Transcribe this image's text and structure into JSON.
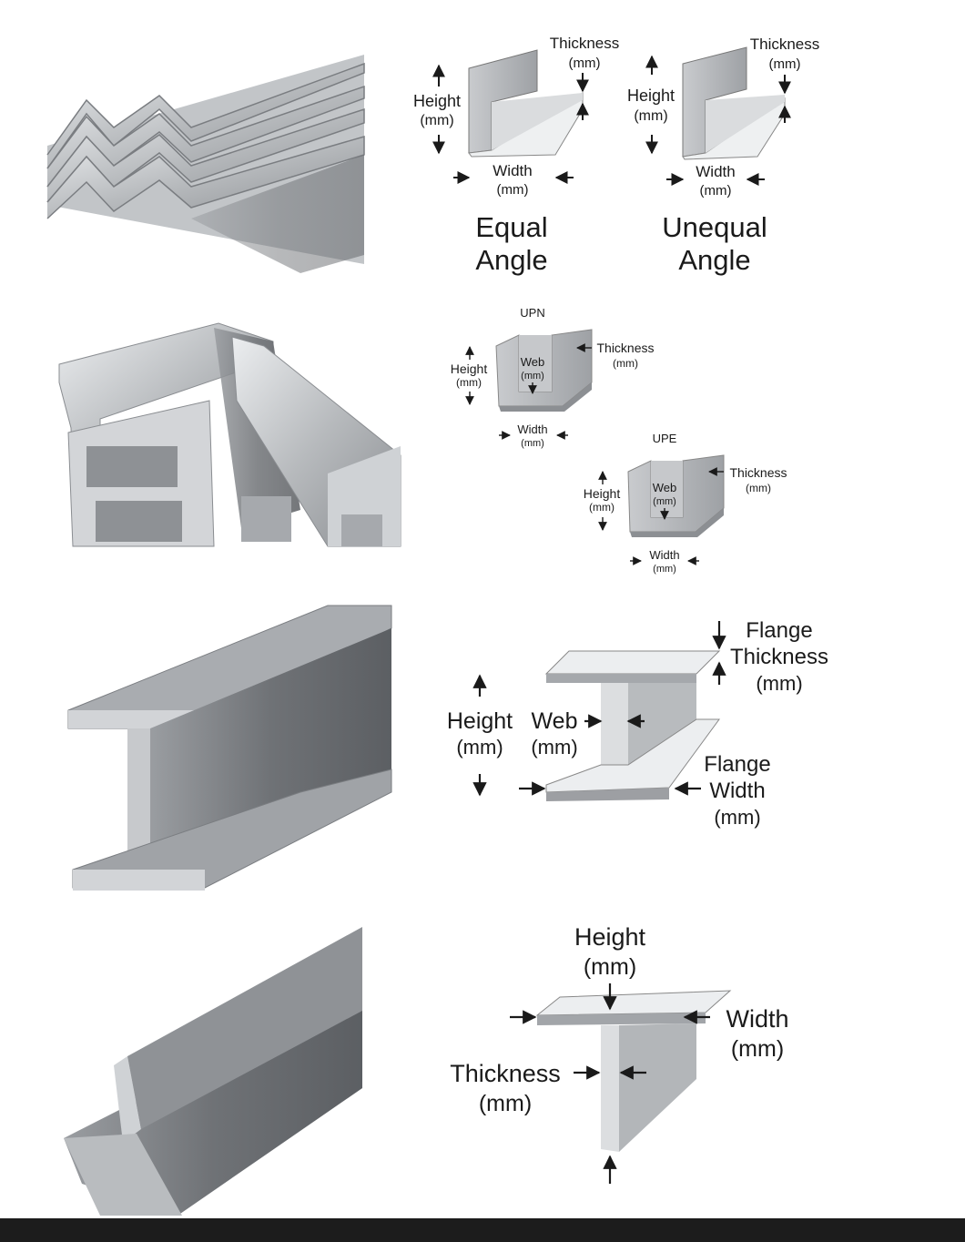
{
  "angle": {
    "equal": {
      "name_line1": "Equal",
      "name_line2": "Angle",
      "height_label": "Height",
      "height_unit": "(mm)",
      "width_label": "Width",
      "width_unit": "(mm)",
      "thickness_label": "Thickness",
      "thickness_unit": "(mm)"
    },
    "unequal": {
      "name_line1": "Unequal",
      "name_line2": "Angle",
      "height_label": "Height",
      "height_unit": "(mm)",
      "width_label": "Width",
      "width_unit": "(mm)",
      "thickness_label": "Thickness",
      "thickness_unit": "(mm)"
    }
  },
  "channel": {
    "upn": {
      "name": "UPN",
      "height_label": "Height",
      "height_unit": "(mm)",
      "web_label": "Web",
      "web_unit": "(mm)",
      "width_label": "Width",
      "width_unit": "(mm)",
      "thickness_label": "Thickness",
      "thickness_unit": "(mm)"
    },
    "upe": {
      "name": "UPE",
      "height_label": "Height",
      "height_unit": "(mm)",
      "web_label": "Web",
      "web_unit": "(mm)",
      "width_label": "Width",
      "width_unit": "(mm)",
      "thickness_label": "Thickness",
      "thickness_unit": "(mm)"
    }
  },
  "ibeam": {
    "height_label": "Height",
    "height_unit": "(mm)",
    "web_label": "Web",
    "web_unit": "(mm)",
    "flange_thickness_line1": "Flange",
    "flange_thickness_line2": "Thickness",
    "flange_thickness_unit": "(mm)",
    "flange_width_line1": "Flange",
    "flange_width_line2": "Width",
    "flange_width_unit": "(mm)"
  },
  "tee": {
    "height_label": "Height",
    "height_unit": "(mm)",
    "width_label": "Width",
    "width_unit": "(mm)",
    "thickness_label": "Thickness",
    "thickness_unit": "(mm)"
  },
  "colors": {
    "steel_light": "#e6e8ea",
    "steel_mid": "#b9bcbf",
    "steel_dark": "#7d8084",
    "text": "#1a1a1a",
    "bottom_bar": "#1c1c1c"
  }
}
